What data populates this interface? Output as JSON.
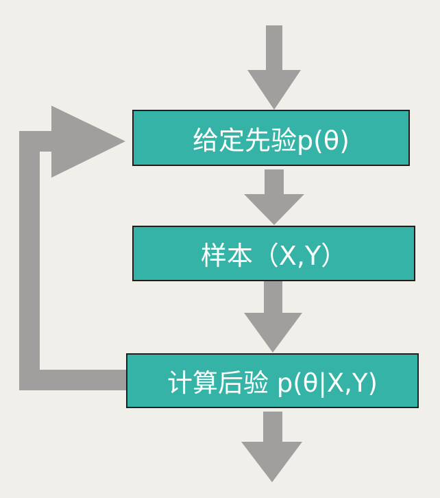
{
  "diagram": {
    "colors": {
      "background": "#f0efe9",
      "box_fill": "#35b3a6",
      "box_border": "#1e1e1e",
      "box_text": "#ffffff",
      "arrow": "#a09f9d"
    },
    "nodes": {
      "prior": {
        "label": "给定先验p(θ)"
      },
      "sample": {
        "label": "样本（X,Y）"
      },
      "posterior": {
        "label": "计算后验 p(θ|X,Y)"
      }
    },
    "edges": [
      {
        "from": "start",
        "to": "prior"
      },
      {
        "from": "prior",
        "to": "sample"
      },
      {
        "from": "sample",
        "to": "posterior"
      },
      {
        "from": "posterior",
        "to": "end"
      },
      {
        "from": "posterior",
        "to": "prior",
        "kind": "feedback-loop"
      }
    ]
  }
}
